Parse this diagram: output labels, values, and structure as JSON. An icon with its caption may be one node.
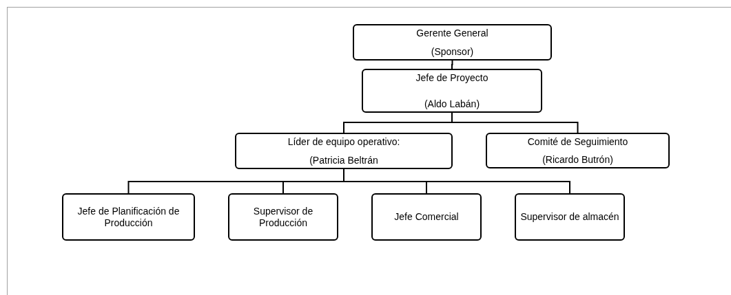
{
  "diagram": {
    "nodes": [
      {
        "text": [
          "Gerente General",
          "(Sponsor)"
        ]
      },
      {
        "text": [
          "Jefe de Proyecto",
          "(Aldo Labán)"
        ]
      },
      {
        "text": [
          "Líder de equipo operativo:",
          "(Patricia Beltrán"
        ]
      },
      {
        "text": [
          "Comité de Seguimiento",
          "(Ricardo Butrón)"
        ]
      },
      {
        "text": [
          "Jefe de Planificación de Producción"
        ]
      },
      {
        "text": [
          "Supervisor de Producción"
        ]
      },
      {
        "text": [
          "Jefe Comercial"
        ]
      },
      {
        "text": [
          "Supervisor de almacén"
        ]
      }
    ],
    "edges": [
      {
        "from": 0,
        "to": 1,
        "arrow": "none"
      },
      {
        "from": 1,
        "to": 2,
        "arrow": "none"
      },
      {
        "from": 1,
        "to": 3,
        "arrow": "none"
      },
      {
        "from": 2,
        "to": 4,
        "arrow": "none"
      },
      {
        "from": 2,
        "to": 5,
        "arrow": "none"
      },
      {
        "from": 2,
        "to": 6,
        "arrow": "none"
      },
      {
        "from": 2,
        "to": 7,
        "arrow": "none"
      }
    ]
  }
}
